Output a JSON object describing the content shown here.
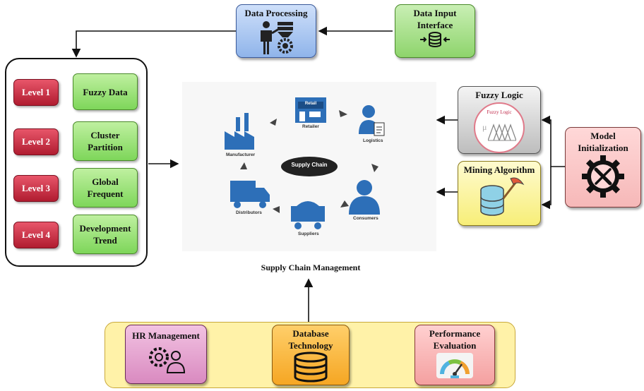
{
  "data_processing": {
    "label": "Data Processing"
  },
  "data_input": {
    "label": "Data Input Interface"
  },
  "levels": [
    {
      "level": "Level 1",
      "name": "Fuzzy Data"
    },
    {
      "level": "Level 2",
      "name": "Cluster Partition"
    },
    {
      "level": "Level 3",
      "name": "Global Frequent"
    },
    {
      "level": "Level 4",
      "name": "Development Trend"
    }
  ],
  "supply_chain": {
    "center": "Supply Chain",
    "caption": "Supply Chain Management",
    "nodes": {
      "retailer": "Retailer",
      "retail_sign": "Retail",
      "logistics": "Logistics",
      "consumers": "Consumers",
      "suppliers": "Suppliers",
      "distributors": "Distributors",
      "manufacturer": "Manufacturer"
    }
  },
  "fuzzy_logic": {
    "label": "Fuzzy Logic",
    "inner": "Fuzzy Logic",
    "mu": "μ"
  },
  "mining_algorithm": {
    "label": "Mining Algorithm"
  },
  "model_init": {
    "label": "Model Initialization"
  },
  "bottom": {
    "hr": "HR Management",
    "db": "Database Technology",
    "perf": "Performance Evaluation"
  }
}
